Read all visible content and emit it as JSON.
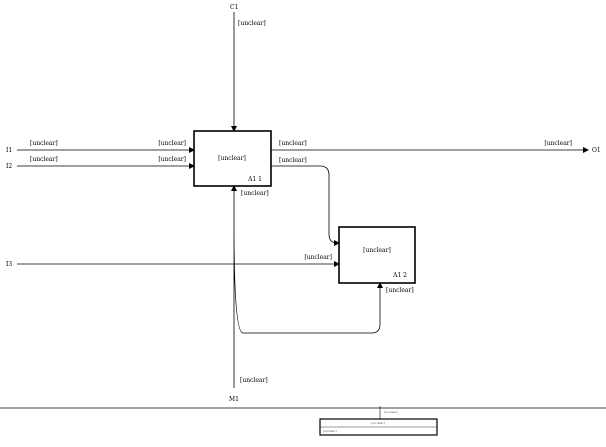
{
  "activities": [
    {
      "name": "[unclear]",
      "number": "A1 1"
    },
    {
      "name": "[unclear]",
      "number": "A1 2"
    }
  ],
  "boundary_codes": {
    "control": "C1",
    "mechanism": "M1",
    "input_top": "I1",
    "input_mid": "I2",
    "input_bottom": "I3",
    "output": "O1"
  },
  "arrow_labels": {
    "control_top": "[unclear]",
    "input_1_left": "[unclear]",
    "input_1_right": "[unclear]",
    "input_2_left": "[unclear]",
    "input_2_right": "[unclear]",
    "output_1_left": "[unclear]",
    "output_1_right": "[unclear]",
    "output_2": "[unclear]",
    "mechanism_1": "[unclear]",
    "input_3": "[unclear]",
    "mechanism_2": "[unclear]",
    "mechanism_bottom": "[unclear]"
  },
  "footer": {
    "node_label": "[unclear]",
    "title": "[unclear]",
    "number": "[unclear]"
  }
}
